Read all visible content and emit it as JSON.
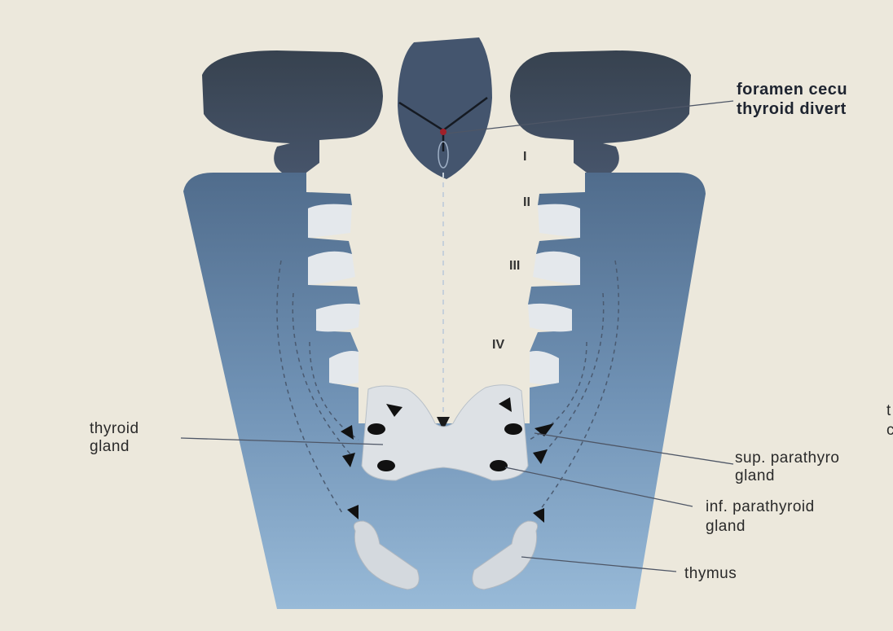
{
  "labels": {
    "foramen_cecum": "foramen cecu",
    "thyroid_diverticulum": "thyroid divert",
    "thyroid_gland": [
      "thyroid",
      "gland"
    ],
    "sup_parathyroid": [
      "sup. parathyro",
      "gland"
    ],
    "inf_parathyroid": [
      "inf. parathyroid",
      "gland"
    ],
    "thymus": "thymus",
    "edge_fragment": [
      "t",
      "c"
    ]
  },
  "pouch_numerals": [
    "I",
    "II",
    "III",
    "IV"
  ],
  "colors": {
    "background": "#ece8dc",
    "arch_dark": "#3e4a5c",
    "pharynx_top": "#4e6a8a",
    "pharynx_bottom": "#8fb2d2",
    "gland_fill": "#d8dde2",
    "leader_line": "#5a6070"
  }
}
